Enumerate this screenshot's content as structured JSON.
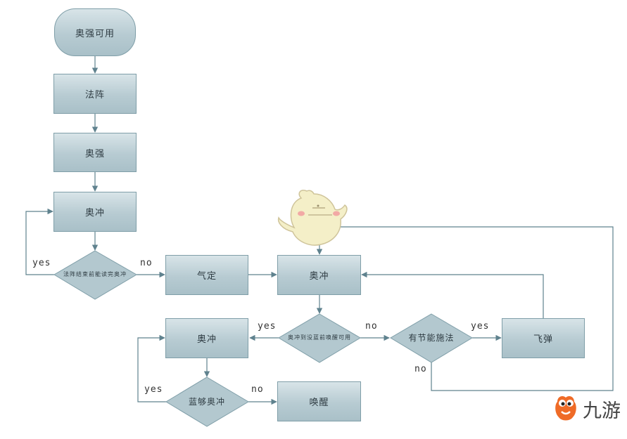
{
  "diagram": {
    "nodes": {
      "start": "奥强可用",
      "fazhen": "法阵",
      "aoqiang": "奥强",
      "aochong1": "奥冲",
      "decision_fazhen": "法阵结束前能读完奥冲",
      "qiding": "气定",
      "aochong2": "奥冲",
      "decision_lanyao": "奥冲到没蓝前唤醒可用",
      "decision_jiefeng": "有节能施法",
      "feidan": "飞弹",
      "aochong3": "奥冲",
      "decision_langou": "蓝够奥冲",
      "huanxing": "唤醒"
    },
    "edge_labels": {
      "yes_loop1": "yes",
      "no_qiding": "no",
      "yes_left": "yes",
      "no_right": "no",
      "yes_feidan": "yes",
      "no_jiefeng": "no",
      "yes_loop2": "yes",
      "no_huanxing": "no"
    },
    "colors": {
      "node_fill": "#b7cbd2",
      "node_border": "#7f9ea8",
      "connector": "#5f828e"
    }
  },
  "watermark": {
    "brand_text": "九游",
    "mascot_icon": "cartoon-mascot-icon",
    "logo_icon": "jiuyou-logo-icon"
  }
}
